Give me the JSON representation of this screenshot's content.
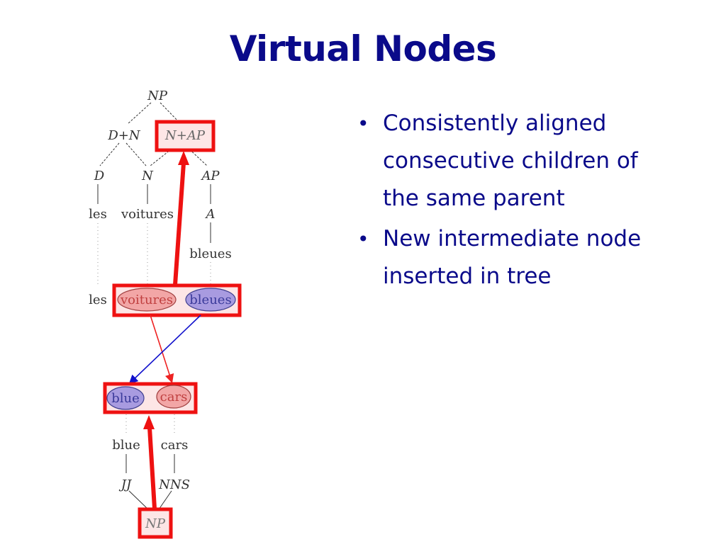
{
  "title": "Virtual Nodes",
  "bullets": [
    "Consistently aligned consecutive children of the same parent",
    "New intermediate node inserted in tree"
  ],
  "colors": {
    "title": "#0a0a8a",
    "highlight_red": "#ee1111",
    "link_red": "#ee2222",
    "link_blue": "#1111cc",
    "oval_pink": "#f2a6a6",
    "oval_purple": "#a89be0"
  },
  "french_tree": {
    "root": "NP",
    "left_internal": "D+N",
    "virtual_node": "N+AP",
    "preterminals": [
      "D",
      "N",
      "AP"
    ],
    "words": [
      "les",
      "voitures",
      "A"
    ],
    "leaf": "bleues"
  },
  "french_sentence": [
    "les",
    "voitures",
    "bleues"
  ],
  "english_sentence": [
    "blue",
    "cars"
  ],
  "english_tree": {
    "words": [
      "blue",
      "cars"
    ],
    "preterminals": [
      "JJ",
      "NNS"
    ],
    "root": "NP"
  }
}
